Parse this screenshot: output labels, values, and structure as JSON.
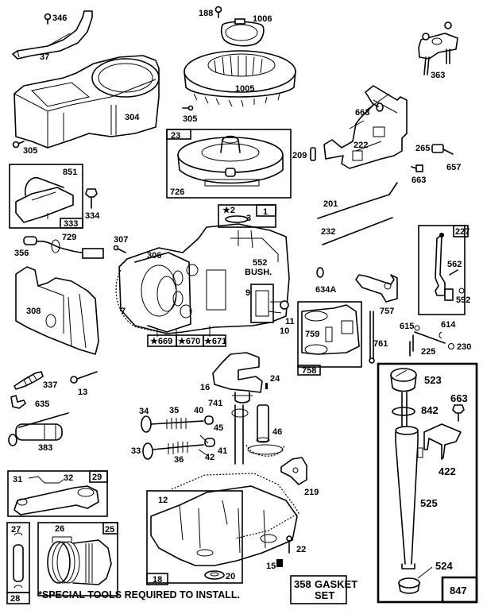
{
  "diagram": {
    "type": "exploded parts diagram",
    "note": "*SPECIAL TOOLS REQUIRED TO INSTALL.",
    "gasket_set": {
      "number": "358",
      "line1": "GASKET",
      "line2": "SET"
    },
    "kit_box": {
      "number": "847"
    },
    "parts": {
      "p346": "346",
      "p37": "37",
      "p304": "304",
      "p305a": "305",
      "p305b": "305",
      "p188": "188",
      "p1006": "1006",
      "p1005": "1005",
      "p363top": "363",
      "p663a": "663",
      "p222": "222",
      "p23": "23",
      "p726": "726",
      "p209": "209",
      "p265": "265",
      "p657": "657",
      "p663b": "663",
      "p201": "201",
      "p232": "232",
      "p851": "851",
      "p334": "334",
      "p333": "333",
      "p729": "729",
      "p356": "356",
      "p307": "307",
      "p306": "306",
      "p2": "★2",
      "p3": "3",
      "p1": "1",
      "p552": "552",
      "p552b": "BUSH.",
      "p634a": "634A",
      "p757": "757",
      "p227": "227",
      "p562": "562",
      "p592": "592",
      "p7": "7",
      "p9": "9",
      "p10": "10",
      "p11": "11",
      "p669": "★669",
      "p670": "★670",
      "p671": "★671",
      "p308": "308",
      "p759": "759",
      "p761": "761",
      "p758": "758",
      "p615": "615",
      "p614": "614",
      "p225": "225",
      "p230": "230",
      "p337": "337",
      "p13": "13",
      "p635": "635",
      "p383": "383",
      "p16": "16",
      "p24": "24",
      "p741": "741",
      "p34": "34",
      "p35": "35",
      "p40": "40",
      "p45": "45",
      "p46": "46",
      "p33": "33",
      "p36": "36",
      "p41": "41",
      "p42": "42",
      "p219": "219",
      "p523": "523",
      "p842": "842",
      "p663c": "663",
      "p422": "422",
      "p525": "525",
      "p524": "524",
      "p31": "31",
      "p32": "32",
      "p29": "29",
      "p12": "12",
      "p27": "27",
      "p26": "26",
      "p25": "25",
      "p28": "28",
      "p18": "18",
      "p20": "20",
      "p22": "22",
      "p15": "15"
    }
  }
}
